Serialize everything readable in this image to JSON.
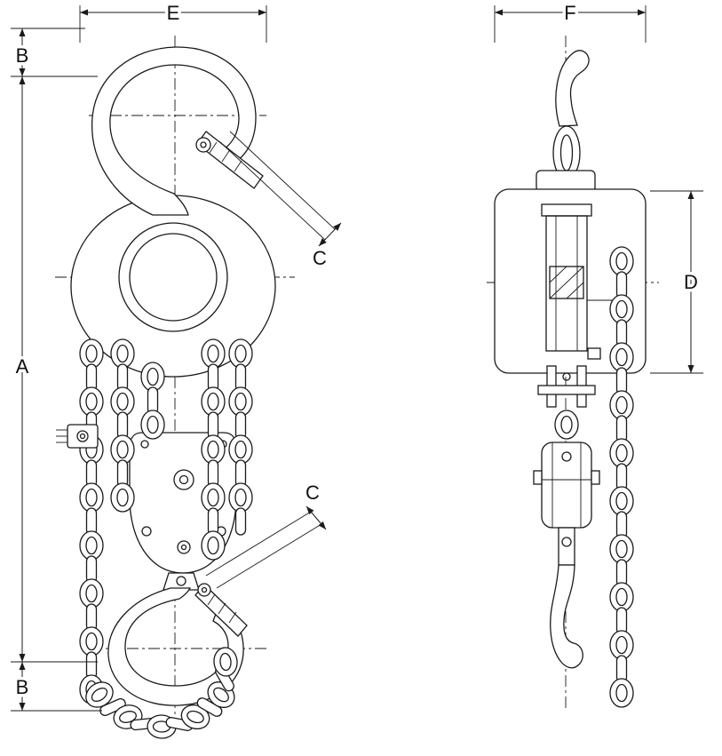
{
  "colors": {
    "line": "#1a1a1a",
    "background": "#ffffff"
  },
  "dimension_labels": {
    "overall_height_A": "A",
    "top_hook_B": "B",
    "bottom_hook_B": "B",
    "top_hook_opening_C": "C",
    "bottom_hook_opening_C": "C",
    "body_depth_D": "D",
    "front_width_E": "E",
    "side_width_F": "F"
  }
}
